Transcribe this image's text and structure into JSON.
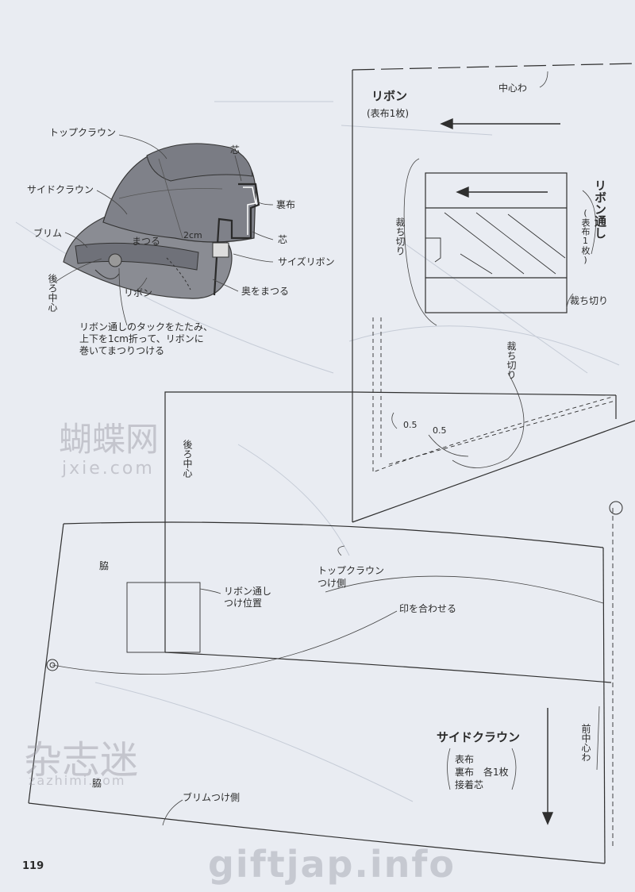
{
  "page_number": "119",
  "hat_labels": {
    "top_crown": "トップクラウン",
    "side_crown": "サイドクラウン",
    "brim": "ブリム",
    "back_center": "後ろ中心",
    "core_top": "芯",
    "lining": "裏布",
    "core_mid": "芯",
    "size_ribbon": "サイズリボン",
    "hem_stitch": "奥をまつる",
    "matsuru": "まつる",
    "two_cm": "2cm",
    "ribbon": "リボン",
    "note_line1": "リボン通しのタックをたたみ、",
    "note_line2": "上下を1cm折って、リボンに",
    "note_line3": "巻いてまつりつける"
  },
  "ribbon_piece": {
    "title": "リボン",
    "subtitle": "(表布1枚)",
    "center_fold": "中心わ",
    "cut_off_1": "裁ち切り",
    "cut_off_2": "裁ち切り",
    "seam_a": "0.5",
    "seam_b": "0.5"
  },
  "ribbon_loop": {
    "title": "リボン通し",
    "subtitle": "(表布1枚)",
    "cut_off_left": "裁ち切り",
    "cut_off_right": "裁ち切り"
  },
  "side_crown": {
    "back_center": "後ろ中心",
    "side_top": "脇",
    "side_bottom": "脇",
    "loop_position_1": "リボン通し",
    "loop_position_2": "つけ位置",
    "top_crown_attach_1": "トップクラウン",
    "top_crown_attach_2": "つけ側",
    "match_marks": "印を合わせる",
    "brim_attach": "ブリムつけ側",
    "front_center_fold": "前中心わ",
    "title": "サイドクラウン",
    "material_1": "表布",
    "material_2": "裏布　各1枚",
    "material_3": "接着芯"
  },
  "watermarks": {
    "wm1": "蝴蝶网",
    "wm1_url": "jxie.com",
    "wm2": "杂志迷",
    "wm2_url": "zazhimi.com",
    "wm3": "giftjap.info"
  },
  "colors": {
    "paper": "#e9ecf2",
    "line": "#2f2f2f",
    "hat_fill": "#8d8f96"
  }
}
